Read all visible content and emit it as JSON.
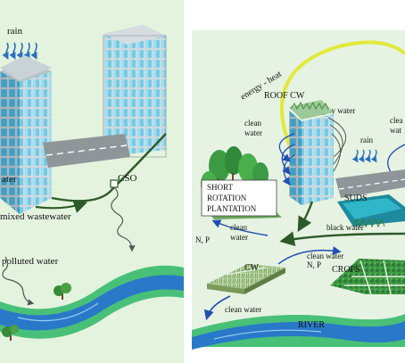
{
  "left_panel": {
    "labels": {
      "rain": "rain",
      "cso": "CSO",
      "mixed_wastewater": "mixed wastewater",
      "polluted_water": "polluted water",
      "cut_text": "ater"
    }
  },
  "right_panel": {
    "labels": {
      "energy_heat": "energy - heat",
      "roof_cw": "ROOF CW",
      "grey_water": "grey water",
      "clean_water_1_line1": "clean",
      "clean_water_1_line2": "water",
      "clean_water_2_line1": "clea",
      "clean_water_2_line2": "wat",
      "rain": "rain",
      "short_rotation_1": "SHORT",
      "short_rotation_2": "ROTATION",
      "short_rotation_3": "PLANTATION",
      "suds": "SUDS",
      "black_water": "black water",
      "np_left": "N, P",
      "clean_water_3_line1": "clean",
      "clean_water_3_line2": "water",
      "clean_water_4": "clean water",
      "np_right": "N, P",
      "cw": "CW",
      "crops": "CROPS",
      "clean_water_5": "clean water",
      "river": "RIVER"
    }
  },
  "colors": {
    "left_bg": "#e3f3dd",
    "right_bg": "#e6f3e2",
    "building_glass": "#6fc8e6",
    "river_blue": "#2a78c8",
    "river_green": "#48c078",
    "energy_arrow": "#e2e93a",
    "flow_dark_green": "#2e5a2a",
    "flow_blue": "#1f4fb0"
  }
}
